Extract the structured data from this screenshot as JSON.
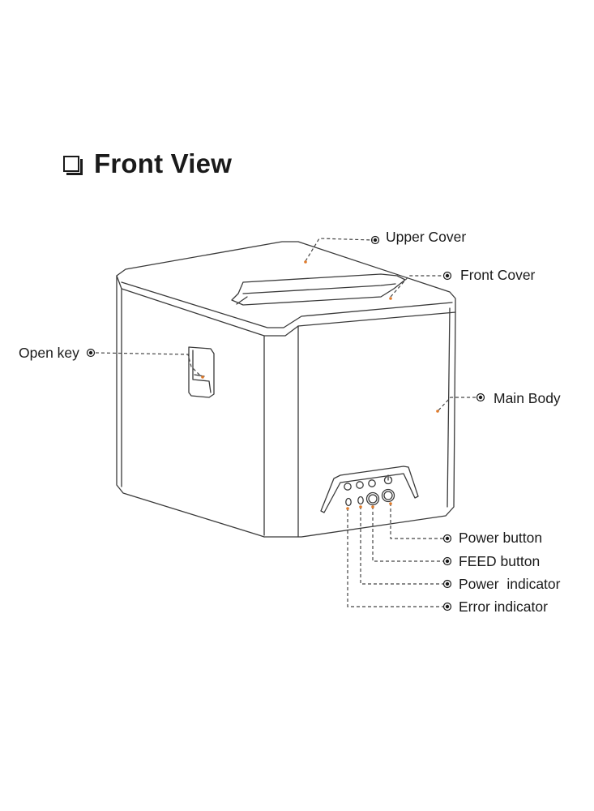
{
  "heading": {
    "title": "Front View",
    "icon": "checkbox-square-icon"
  },
  "labels": {
    "upper_cover": "Upper Cover",
    "front_cover": "Front Cover",
    "open_key": "Open key",
    "main_body": "Main Body",
    "power_button": "Power button",
    "feed_button": "FEED button",
    "power_indicator": "Power  indicator",
    "error_indicator": "Error indicator"
  },
  "colors": {
    "line": "#3a3a3a",
    "leader": "#444444",
    "marker": "#e07a2a"
  }
}
